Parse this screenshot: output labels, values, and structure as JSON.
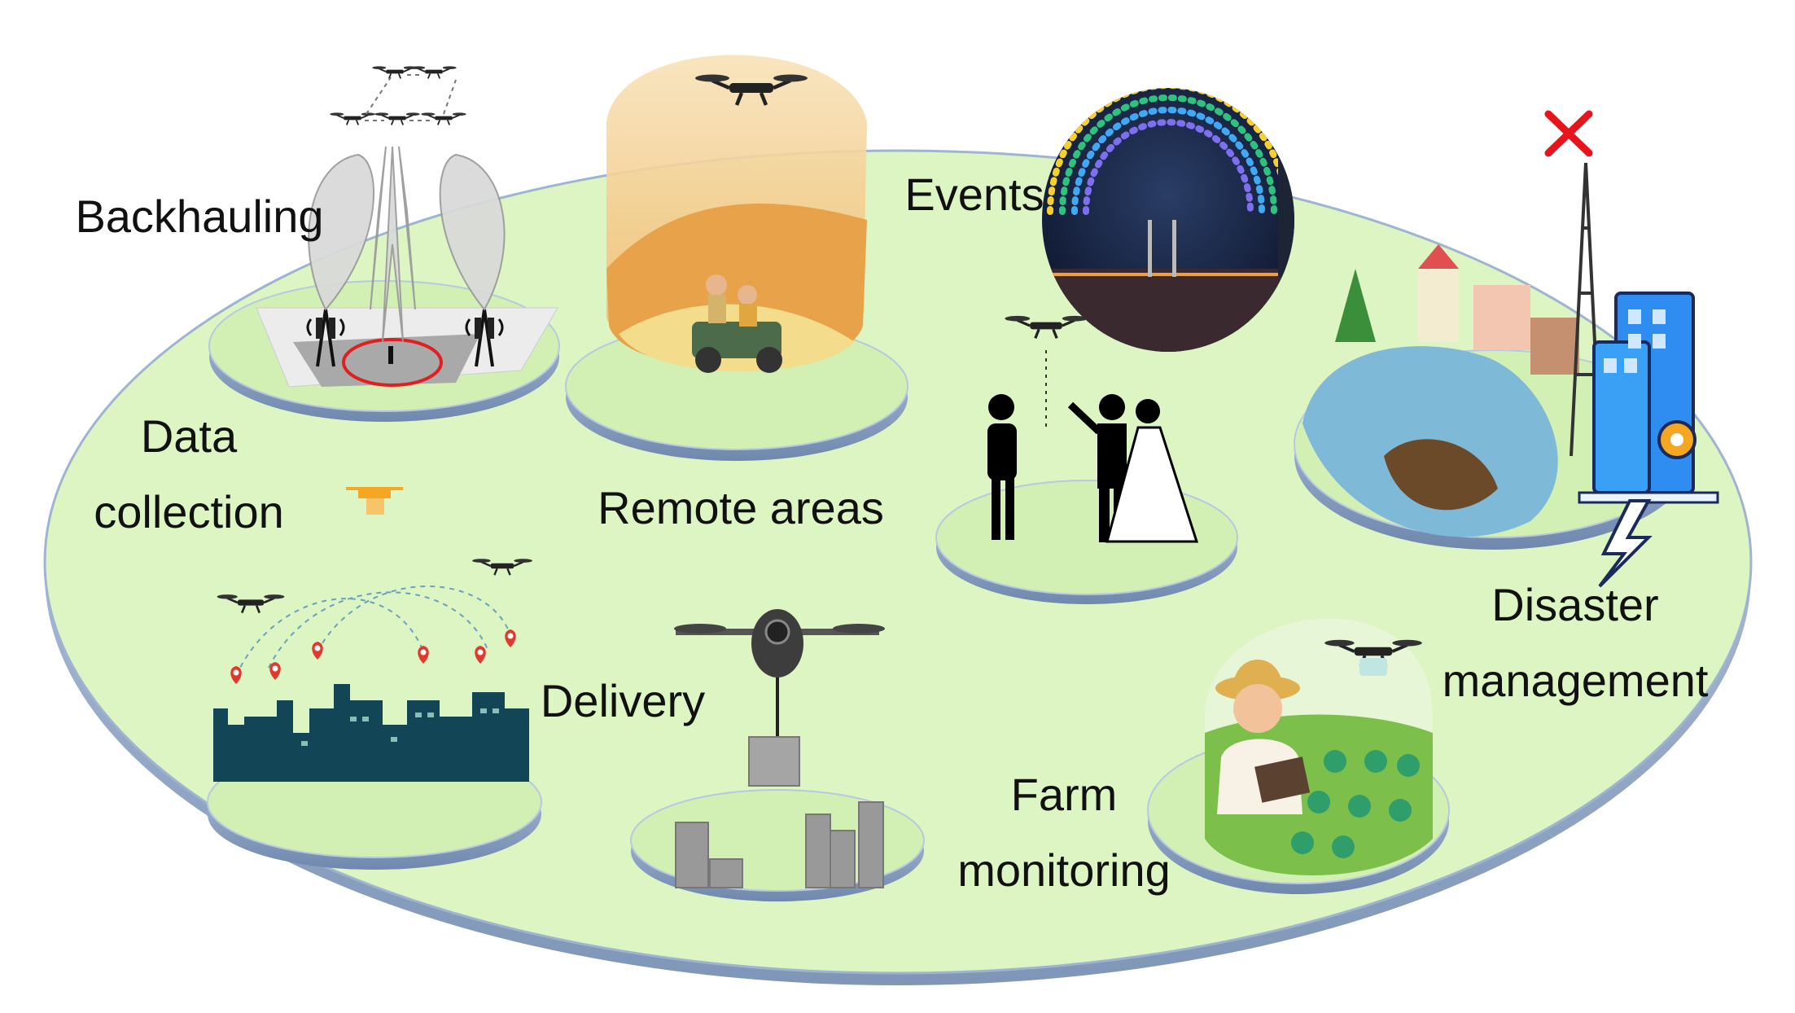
{
  "labels": {
    "backhauling": "Backhauling",
    "data_collection": [
      "Data",
      "collection"
    ],
    "remote_areas": "Remote areas",
    "events": "Events",
    "delivery": "Delivery",
    "farm_monitoring": [
      "Farm",
      "monitoring"
    ],
    "disaster_management": [
      "Disaster",
      "management"
    ]
  },
  "colors": {
    "platform_fill": "#ddf5c3",
    "platform_edge": "#8fa6c6",
    "disc_fill": "#d3f0b4",
    "city_silhouette": "#124656",
    "route_dots": "#6aa0c0",
    "pin": "#e03a2e",
    "failure_mark": "#e8141b"
  },
  "icons": [
    "drone-icon",
    "antenna-icon",
    "location-pin-icon",
    "cross-icon",
    "gear-icon",
    "lightning-icon",
    "package-icon"
  ]
}
